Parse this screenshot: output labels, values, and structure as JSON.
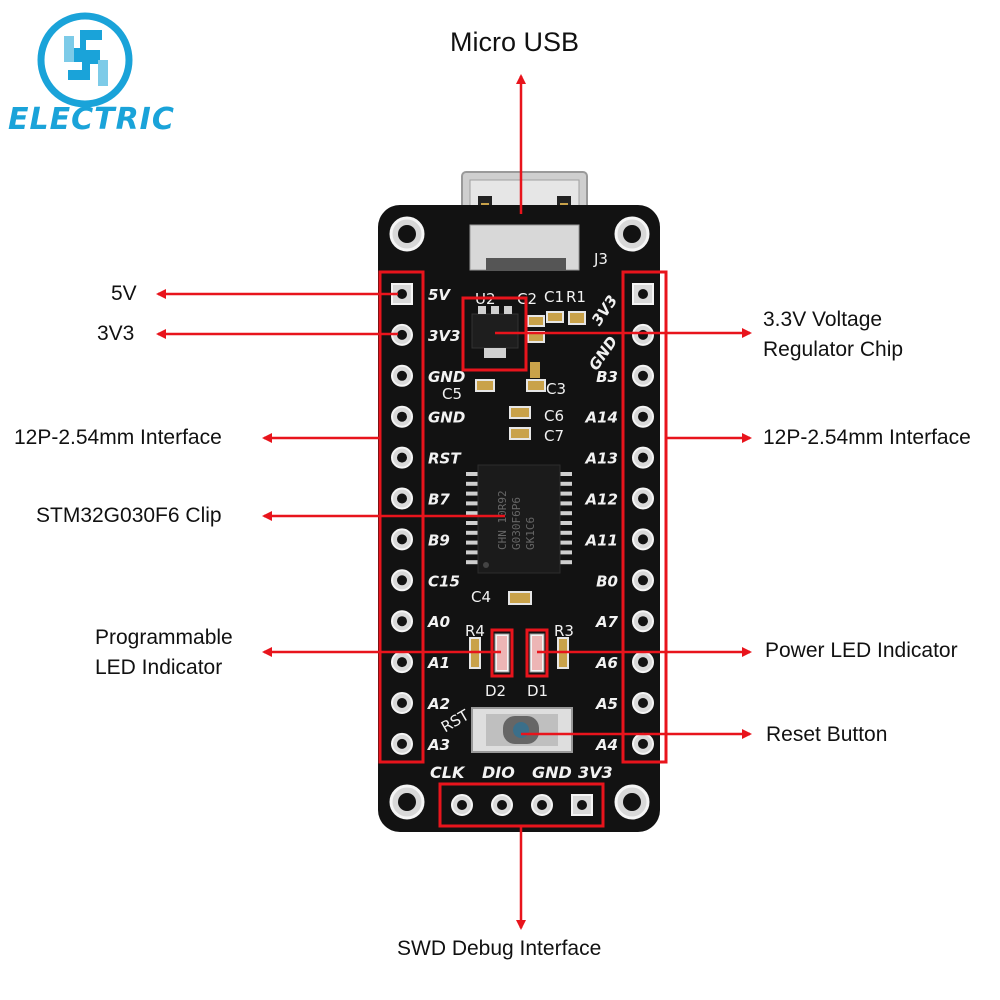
{
  "logo": {
    "text": "ELECTRIC",
    "color": "#1aa3d9"
  },
  "callouts": {
    "micro_usb": "Micro USB",
    "pin_5v": "5V",
    "pin_3v3": "3V3",
    "interface_left": "12P-2.54mm Interface",
    "mcu": "STM32G030F6 Clip",
    "prog_led": [
      "Programmable",
      "LED Indicator"
    ],
    "regulator": [
      "3.3V Voltage",
      "Regulator Chip"
    ],
    "interface_right": "12P-2.54mm Interface",
    "power_led": "Power LED Indicator",
    "reset": "Reset Button",
    "swd": "SWD Debug Interface"
  },
  "board": {
    "left_pins": [
      "5V",
      "3V3",
      "GND",
      "GND",
      "RST",
      "B7",
      "B9",
      "C15",
      "A0",
      "A1",
      "A2",
      "A3"
    ],
    "right_pins": [
      "3V3",
      "GND",
      "B3",
      "A14",
      "A13",
      "A12",
      "A11",
      "B0",
      "A7",
      "A6",
      "A5",
      "A4"
    ],
    "bottom_pins": [
      "CLK",
      "DIO",
      "GND",
      "3V3"
    ],
    "silk": {
      "u2": "U2",
      "c2": "C2",
      "c1": "C1",
      "r1": "R1",
      "c5": "C5",
      "c3": "C3",
      "c6": "C6",
      "c7": "C7",
      "c4": "C4",
      "r4": "R4",
      "r3": "R3",
      "d2": "D2",
      "d1": "D1",
      "rst": "RST",
      "j3": "J3"
    },
    "chip_marking": [
      "GK1C6",
      "G030F6P6",
      "CHN 10R92"
    ]
  },
  "colors": {
    "arrow": "#e8141c",
    "board": "#121212",
    "silk": "#f2f2f2",
    "highlight": "#e8141c",
    "gold": "#c9a24a"
  }
}
